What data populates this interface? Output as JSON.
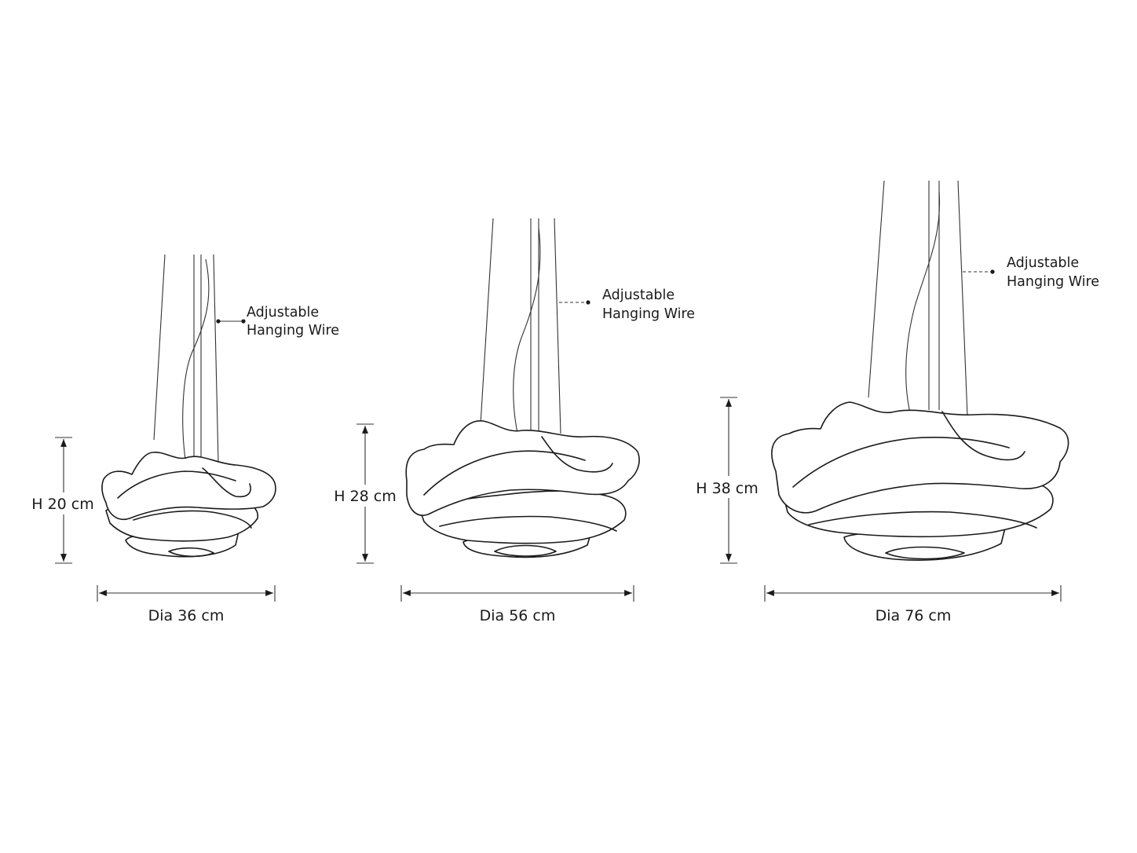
{
  "lamps": [
    {
      "size": "small",
      "height_label": "H 20 cm",
      "dia_label": "Dia 36 cm",
      "wire_label_1": "Adjustable",
      "wire_label_2": "Hanging Wire"
    },
    {
      "size": "medium",
      "height_label": "H 28 cm",
      "dia_label": "Dia 56 cm",
      "wire_label_1": "Adjustable",
      "wire_label_2": "Hanging Wire"
    },
    {
      "size": "large",
      "height_label": "H 38 cm",
      "dia_label": "Dia 76 cm",
      "wire_label_1": "Adjustable",
      "wire_label_2": "Hanging Wire"
    }
  ]
}
